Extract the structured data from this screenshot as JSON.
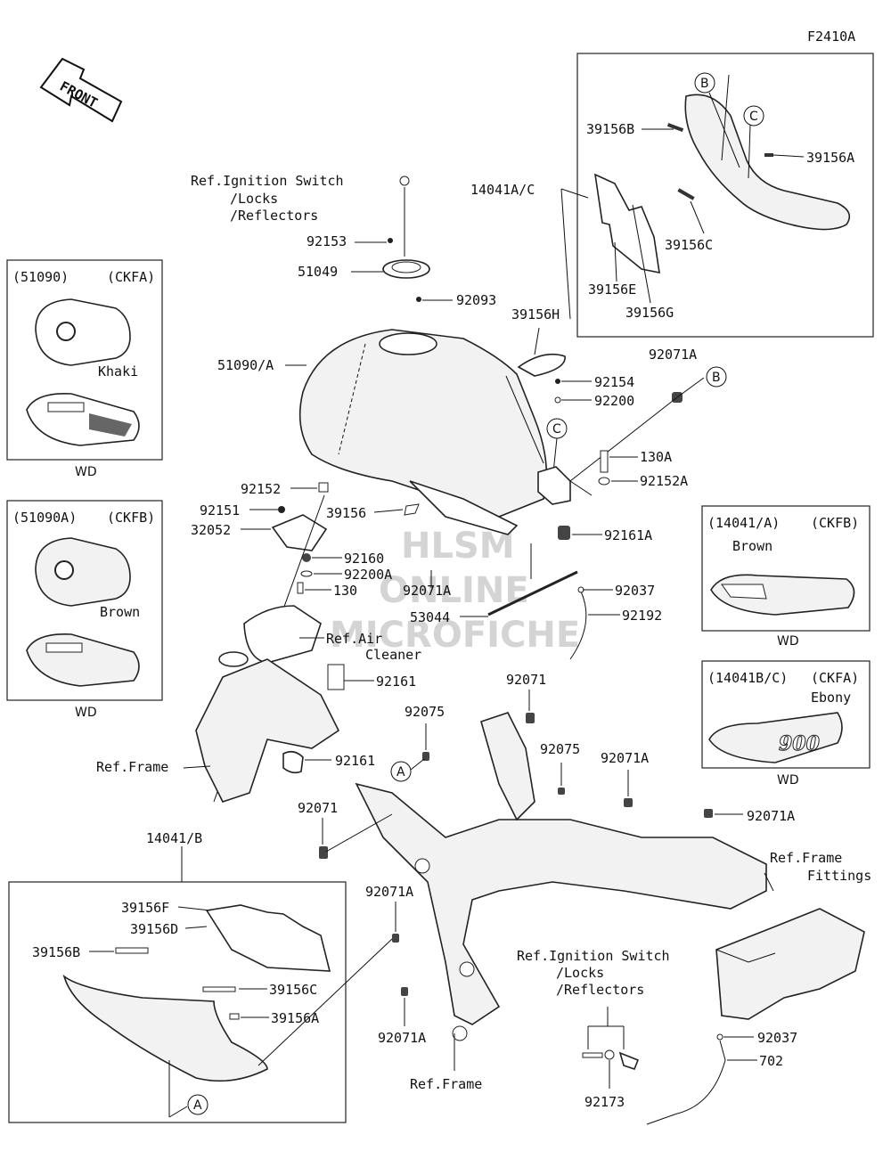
{
  "figure_code": "F2410A",
  "front_label": "FRONT",
  "watermark": [
    "HLSM",
    "ONLINE",
    "MICROFICHE"
  ],
  "refs": {
    "ignition_top": [
      "Ref.Ignition Switch",
      "/Locks",
      "/Reflectors"
    ],
    "ignition_bottom": [
      "Ref.Ignition Switch",
      "/Locks",
      "/Reflectors"
    ],
    "air_cleaner": [
      "Ref.Air",
      "Cleaner"
    ],
    "frame_left": "Ref.Frame",
    "frame_bottom": "Ref.Frame",
    "frame_fittings": [
      "Ref.Frame",
      "Fittings"
    ]
  },
  "variants": [
    {
      "code": "(51090)",
      "model": "(CKFA)",
      "color": "Khaki",
      "region": "WD"
    },
    {
      "code": "(51090A)",
      "model": "(CKFB)",
      "color": "Brown",
      "region": "WD"
    },
    {
      "code": "(14041/A)",
      "model": "(CKFB)",
      "color": "Brown",
      "region": "WD"
    },
    {
      "code": "(14041B/C)",
      "model": "(CKFA)",
      "color": "Ebony",
      "region": "WD"
    }
  ],
  "callouts": [
    "A",
    "A",
    "B",
    "B",
    "C",
    "C"
  ],
  "parts": {
    "p39156B_top": "39156B",
    "p14041AC": "14041A/C",
    "p39156A_top": "39156A",
    "p39156C_top": "39156C",
    "p39156E": "39156E",
    "p39156G": "39156G",
    "p92153": "92153",
    "p51049": "51049",
    "p92093": "92093",
    "p39156H": "39156H",
    "p51090A": "51090/A",
    "p92071A_1": "92071A",
    "p92154": "92154",
    "p92200": "92200",
    "p130A": "130A",
    "p92152A": "92152A",
    "p92161A": "92161A",
    "p92152": "92152",
    "p92151": "92151",
    "p32052": "32052",
    "p39156": "39156",
    "p92160": "92160",
    "p92200A": "92200A",
    "p130": "130",
    "p92071A_2": "92071A",
    "p92037_1": "92037",
    "p53044": "53044",
    "p92192": "92192",
    "p92161_1": "92161",
    "p92161_2": "92161",
    "p92071_1": "92071",
    "p92075_1": "92075",
    "p92075_2": "92075",
    "p92071A_3": "92071A",
    "p92071A_4": "92071A",
    "p92071_2": "92071",
    "p14041B": "14041/B",
    "p39156F": "39156F",
    "p39156D": "39156D",
    "p39156B_bot": "39156B",
    "p39156C_bot": "39156C",
    "p39156A_bot": "39156A",
    "p92071A_5": "92071A",
    "p92071A_6": "92071A",
    "p92173": "92173",
    "p92037_2": "92037",
    "p702": "702"
  }
}
